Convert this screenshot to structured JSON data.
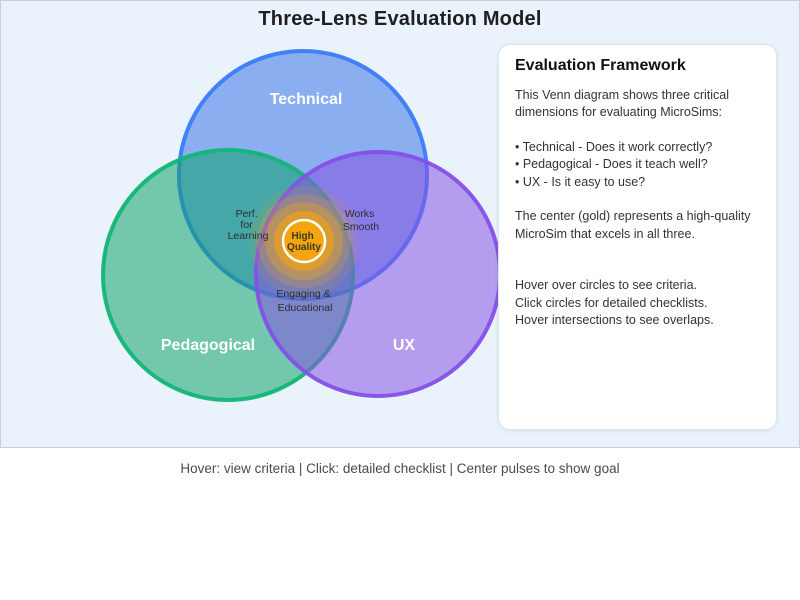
{
  "title": "Three-Lens Evaluation Model",
  "colors": {
    "canvas_background": "#eaf3fc",
    "canvas_border": "#c9d0d8",
    "panel_background": "#ffffff"
  },
  "venn": {
    "circles": [
      {
        "label": "Technical",
        "fill": "#3d74e8",
        "stroke": "#3b7cf6"
      },
      {
        "label": "Pedagogical",
        "fill": "#0fa36b",
        "stroke": "#12b576"
      },
      {
        "label": "UX",
        "fill": "#8653e2",
        "stroke": "#8450e8"
      }
    ],
    "overlap_labels": {
      "technical_pedagogical": {
        "line1": "Perf.",
        "line2": "for",
        "line3": "Learning"
      },
      "technical_ux": {
        "line1": "Works",
        "line2": "Smooth"
      },
      "pedagogical_ux": {
        "line1": "Engaging &",
        "line2": "Educational"
      }
    },
    "center": {
      "line1": "High",
      "line2": "Quality",
      "fill": "#f5a50f",
      "glow": "#f0a316",
      "ring": "#ffffff"
    }
  },
  "panel": {
    "title": "Evaluation Framework",
    "intro": "This Venn diagram shows three critical dimensions for evaluating MicroSims:",
    "bullets": [
      "• Technical - Does it work correctly?",
      "• Pedagogical - Does it teach well?",
      "• UX - Is it easy to use?"
    ],
    "center_note": "The center (gold) represents a high-quality MicroSim that excels in all three.",
    "hints": [
      "Hover over circles to see criteria.",
      "Click circles for detailed checklists.",
      "Hover intersections to see overlaps."
    ]
  },
  "footer": {
    "text": "Hover: view criteria | Click: detailed checklist | Center pulses to show goal"
  }
}
